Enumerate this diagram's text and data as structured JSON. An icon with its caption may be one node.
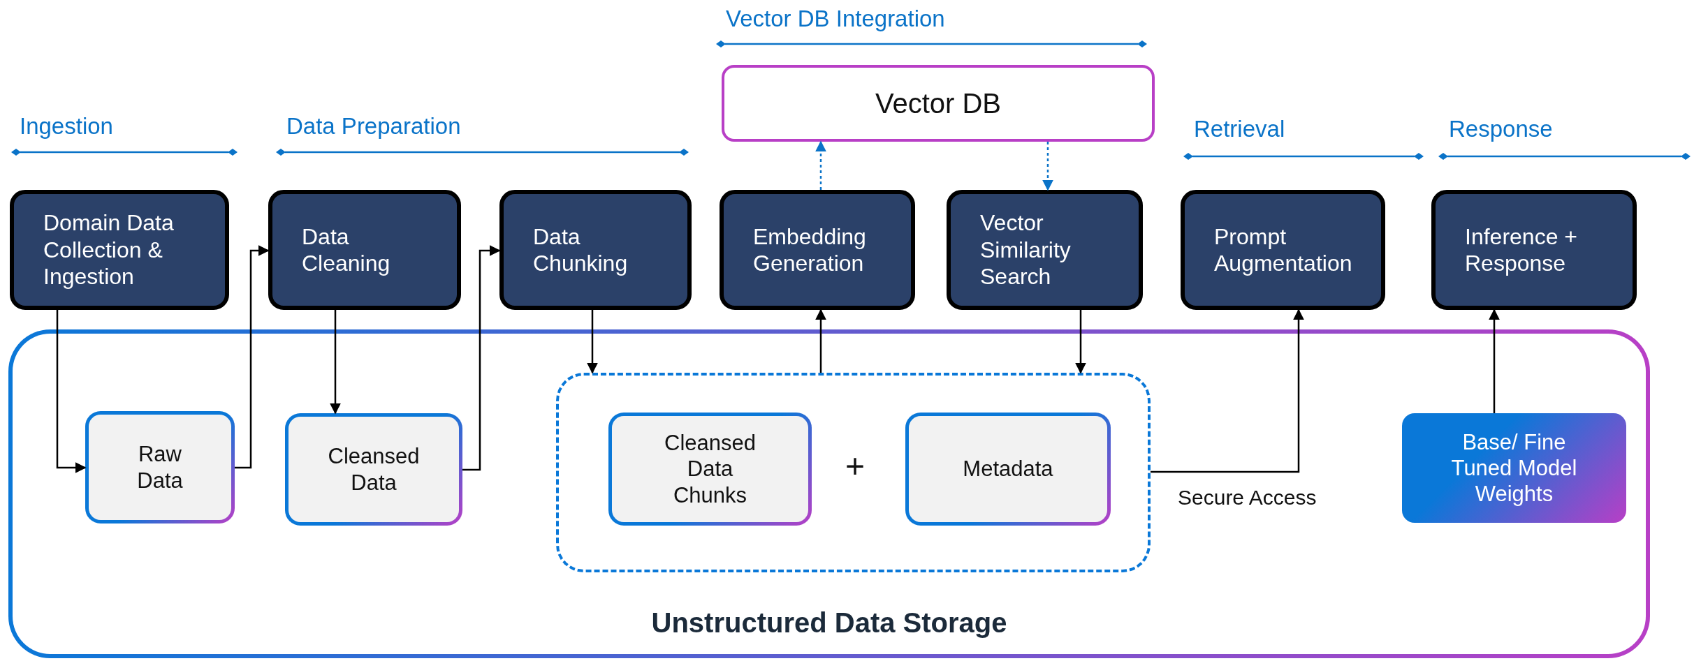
{
  "diagram": {
    "nodes": [
      {
        "text": [
          "Vector DB"
        ]
      },
      {
        "text": [
          "Domain Data Collection & Ingestion"
        ]
      },
      {
        "text": [
          "Data Cleaning"
        ]
      },
      {
        "text": [
          "Data Chunking"
        ]
      },
      {
        "text": [
          "Embedding Generation"
        ]
      },
      {
        "text": [
          "Vector Similarity Search"
        ]
      },
      {
        "text": [
          "Prompt Augmentation"
        ]
      },
      {
        "text": [
          "Inference + Response"
        ]
      },
      {
        "text": [
          "Unstructured Data Storage"
        ]
      },
      {
        "text": [
          "Raw Data"
        ],
        "in": 8
      },
      {
        "text": [
          "Cleansed Data"
        ],
        "in": 8
      },
      {
        "text": [],
        "shape": "box",
        "in": 8
      },
      {
        "text": [
          "Cleansed Data Chunks"
        ],
        "in": 11
      },
      {
        "text": [
          "Metadata"
        ],
        "in": 11
      },
      {
        "text": [
          "Base/ Fine Tuned Model Weights"
        ],
        "in": 8
      }
    ],
    "edges": [
      {
        "from": 1,
        "to": 9,
        "arrow": "to"
      },
      {
        "from": 9,
        "to": 2,
        "arrow": "to"
      },
      {
        "from": 2,
        "to": 10,
        "arrow": "to"
      },
      {
        "from": 10,
        "to": 3,
        "arrow": "to"
      },
      {
        "from": 3,
        "to": 11,
        "arrow": "to"
      },
      {
        "from": 11,
        "to": 4,
        "arrow": "to"
      },
      {
        "from": 5,
        "to": 11,
        "arrow": "to"
      },
      {
        "from": 4,
        "to": 0,
        "arrow": "to",
        "style": "dashed",
        "color": "#0a73c8"
      },
      {
        "from": 0,
        "to": 5,
        "arrow": "to",
        "style": "dashed",
        "color": "#0a73c8"
      },
      {
        "from": 11,
        "to": 6,
        "arrow": "to",
        "label": "Secure Access"
      },
      {
        "from": 14,
        "to": 7,
        "arrow": "to"
      }
    ],
    "labels": [
      "Vector DB Integration",
      "Ingestion",
      "Data Preparation",
      "Retrieval",
      "Response",
      "+"
    ]
  }
}
